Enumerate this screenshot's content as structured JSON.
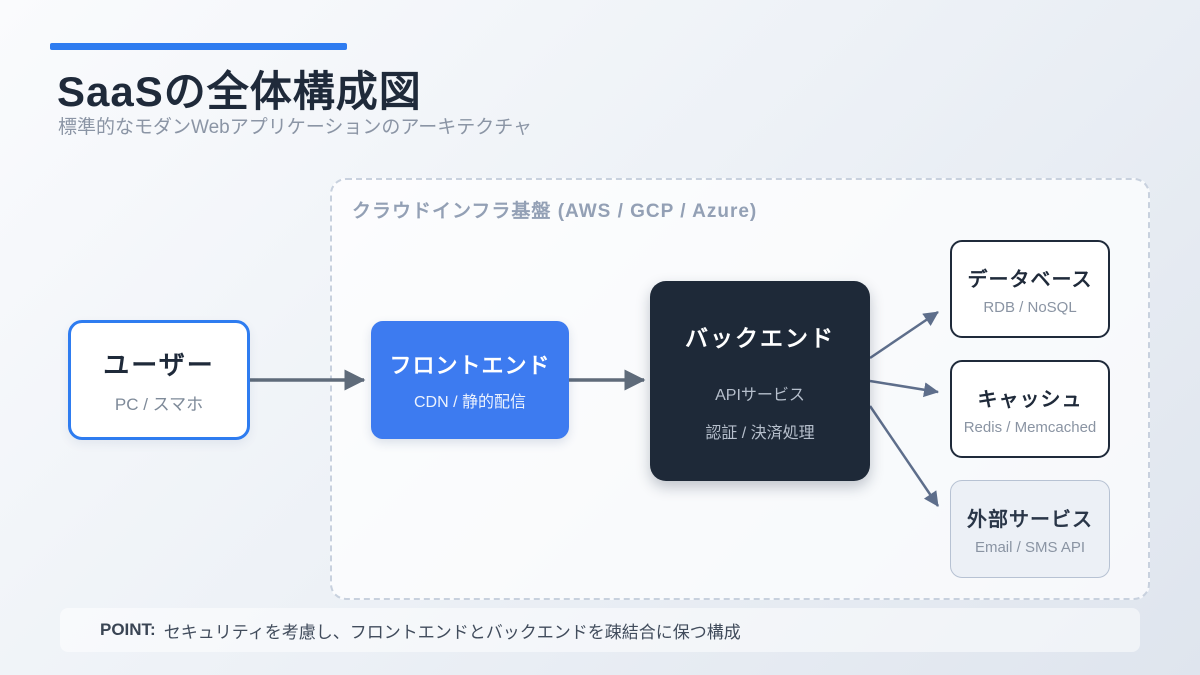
{
  "page": {
    "title": "SaaSの全体構成図",
    "subtitle": "標準的なモダンWebアプリケーションのアーキテクチャ"
  },
  "cloud": {
    "label": "クラウドインフラ基盤 (AWS / GCP / Azure)"
  },
  "nodes": {
    "user": {
      "title": "ユーザー",
      "subtitle": "PC / スマホ"
    },
    "frontend": {
      "title": "フロントエンド",
      "subtitle": "CDN / 静的配信"
    },
    "backend": {
      "title": "バックエンド",
      "line1": "APIサービス",
      "line2": "認証 / 決済処理"
    },
    "database": {
      "title": "データベース",
      "subtitle": "RDB / NoSQL"
    },
    "cache": {
      "title": "キャッシュ",
      "subtitle": "Redis / Memcached"
    },
    "external": {
      "title": "外部サービス",
      "subtitle": "Email / SMS API"
    }
  },
  "note": {
    "label": "POINT:",
    "text": "セキュリティを考慮し、フロントエンドとバックエンドを疎結合に保つ構成"
  },
  "colors": {
    "accent": "#2e7cf0",
    "frontend_bg": "#3d7bf0",
    "backend_bg": "#1e2938",
    "arrow_main": "#5f6b7a",
    "arrow_fan": "#5e6e8b"
  }
}
